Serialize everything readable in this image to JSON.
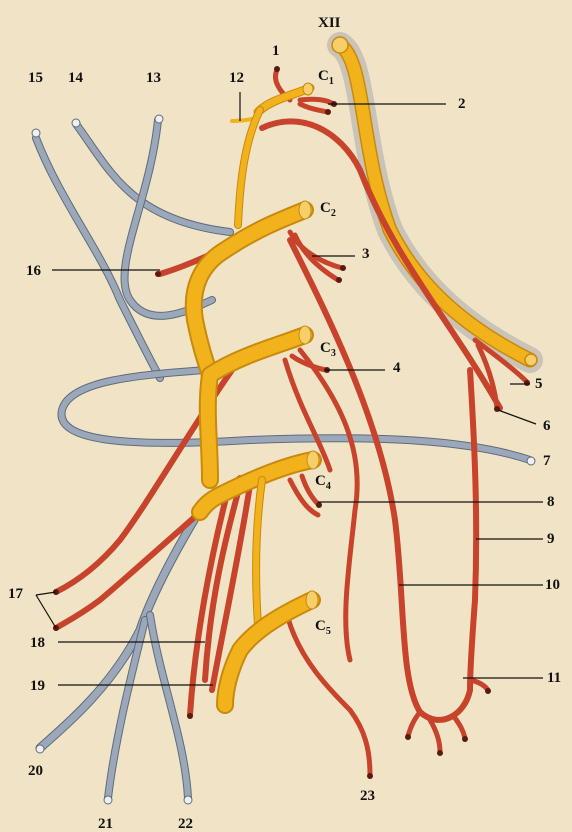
{
  "labels": {
    "xii": "XII",
    "c1": "C",
    "c1_sub": "1",
    "c2": "C",
    "c2_sub": "2",
    "c3": "C",
    "c3_sub": "3",
    "c4": "C",
    "c4_sub": "4",
    "c5": "C",
    "c5_sub": "5",
    "n1": "1",
    "n2": "2",
    "n3": "3",
    "n4": "4",
    "n5": "5",
    "n6": "6",
    "n7": "7",
    "n8": "8",
    "n9": "9",
    "n10": "10",
    "n11": "11",
    "n12": "12",
    "n13": "13",
    "n14": "14",
    "n15": "15",
    "n16": "16",
    "n17": "17",
    "n18": "18",
    "n19": "19",
    "n20": "20",
    "n21": "21",
    "n22": "22",
    "n23": "23"
  },
  "colors": {
    "background": "#f1e4c6",
    "motor_red": "#c8432b",
    "sensory_yellow": "#f2b21c",
    "sympathetic_gray": "#9aa8ba"
  }
}
